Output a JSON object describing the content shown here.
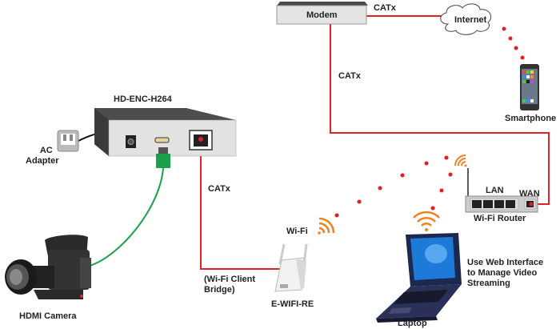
{
  "labels": {
    "modem": "Modem",
    "catx_modem_internet": "CATx",
    "internet": "Internet",
    "catx_modem_router": "CATx",
    "smartphone": "Smartphone",
    "encoder": "HD-ENC-H264",
    "ac_adapter_line1": "AC",
    "ac_adapter_line2": "Adapter",
    "catx_encoder_bridge": "CATx",
    "lan": "LAN",
    "wan": "WAN",
    "router": "Wi-Fi Router",
    "wifi": "Wi-Fi",
    "bridge_line1": "(Wi-Fi Client",
    "bridge_line2": "Bridge)",
    "extender": "E-WIFI-RE",
    "web_line1": "Use Web Interface",
    "web_line2": "to Manage Video",
    "web_line3": "Streaming",
    "laptop": "Laptop",
    "camera": "HDMI Camera"
  },
  "colors": {
    "catx_cable": "#e0202a",
    "hdmi_cable": "#1aa04a",
    "wireless_dots": "#e81c24",
    "wifi_signal": "#f0821e",
    "device_gray": "#d9d9d9",
    "device_dark": "#4a4a4a"
  }
}
